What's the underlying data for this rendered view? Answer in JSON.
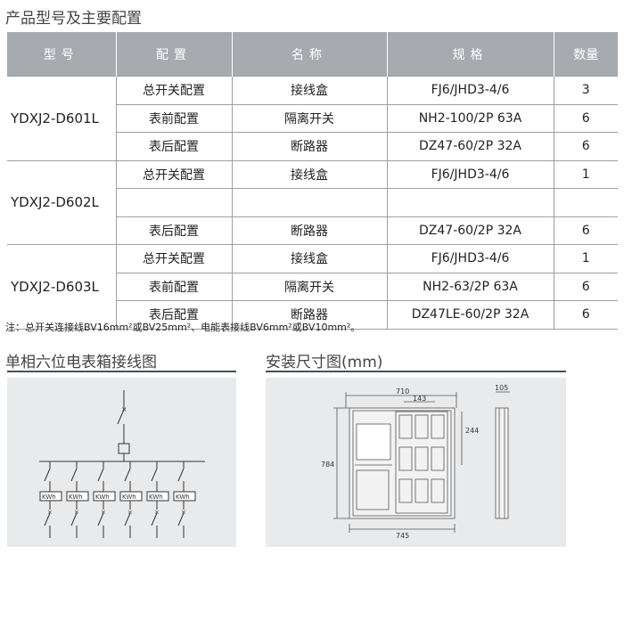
{
  "page_title": "产品型号及主要配置",
  "table": {
    "headers": [
      "型号",
      "配置",
      "名称",
      "规格",
      "数量"
    ],
    "groups": [
      {
        "model": "YDXJ2-D601L",
        "rows": [
          {
            "config": "总开关配置",
            "name": "接线盒",
            "spec": "FJ6/JHD3-4/6",
            "qty": "3"
          },
          {
            "config": "表前配置",
            "name": "隔离开关",
            "spec": "NH2-100/2P 63A",
            "qty": "6"
          },
          {
            "config": "表后配置",
            "name": "断路器",
            "spec": "DZ47-60/2P 32A",
            "qty": "6"
          }
        ]
      },
      {
        "model": "YDXJ2-D602L",
        "rows": [
          {
            "config": "总开关配置",
            "name": "接线盒",
            "spec": "FJ6/JHD3-4/6",
            "qty": "1"
          },
          {
            "config": "",
            "name": "",
            "spec": "",
            "qty": ""
          },
          {
            "config": "表后配置",
            "name": "断路器",
            "spec": "DZ47-60/2P 32A",
            "qty": "6"
          }
        ]
      },
      {
        "model": "YDXJ2-D603L",
        "rows": [
          {
            "config": "总开关配置",
            "name": "接线盒",
            "spec": "FJ6/JHD3-4/6",
            "qty": "1"
          },
          {
            "config": "表前配置",
            "name": "隔离开关",
            "spec": "NH2-63/2P 63A",
            "qty": "6"
          },
          {
            "config": "表后配置",
            "name": "断路器",
            "spec": "DZ47LE-60/2P 32A",
            "qty": "6"
          }
        ]
      }
    ]
  },
  "note": "注：总开关连接线BV16mm²或BV25mm²、电能表接线BV6mm²或BV10mm²。",
  "section_left": {
    "title": "单相六位电表箱接线图",
    "meter_label": "KWh",
    "meter_count": 6
  },
  "section_right": {
    "title": "安装尺寸图(mm)",
    "dims": {
      "width": "710",
      "inner": "143",
      "depth": "105",
      "height": "784",
      "partial": "244",
      "total": "745"
    }
  },
  "colors": {
    "header_bg": "#a7abaf",
    "panel_bg": "#e9eaeb"
  }
}
